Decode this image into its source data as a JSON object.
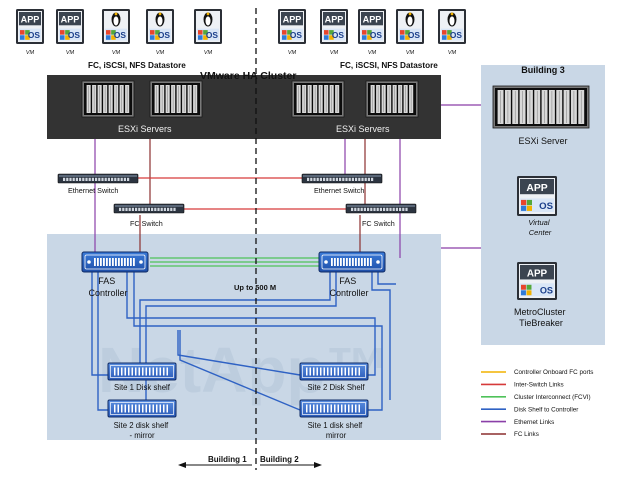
{
  "vm_tiles": [
    {
      "top_badge": "APP",
      "bottom_badge": "OS",
      "caption": "VM"
    },
    {
      "top_badge": "APP",
      "bottom_badge": "OS",
      "caption": "VM"
    },
    {
      "top_badge": "",
      "bottom_badge": "OS",
      "caption": "VM"
    },
    {
      "top_badge": "",
      "bottom_badge": "OS",
      "caption": "VM"
    },
    {
      "top_badge": "",
      "bottom_badge": "OS",
      "caption": "VM"
    },
    {
      "top_badge": "APP",
      "bottom_badge": "OS",
      "caption": "VM"
    },
    {
      "top_badge": "APP",
      "bottom_badge": "OS",
      "caption": "VM"
    },
    {
      "top_badge": "APP",
      "bottom_badge": "OS",
      "caption": "VM"
    },
    {
      "top_badge": "",
      "bottom_badge": "OS",
      "caption": "VM"
    },
    {
      "top_badge": "",
      "bottom_badge": "OS",
      "caption": "VM"
    }
  ],
  "datastore_left": "FC, iSCSI, NFS Datastore",
  "datastore_right": "FC, iSCSI, NFS Datastore",
  "cluster_title": "VMware HA Cluster",
  "esxi_left": "ESXi Servers",
  "esxi_right": "ESXi Servers",
  "eth_switch_left": "Ethernet Switch",
  "eth_switch_right": "Ethernet Switch",
  "fc_switch_left": "FC Switch",
  "fc_switch_right": "FC Switch",
  "fas_left": [
    "FAS",
    "Controller"
  ],
  "fas_right": [
    "FAS",
    "Controller"
  ],
  "link_distance": "Up to 500 M",
  "shelf_left_top": "Site 1 Disk shelf",
  "shelf_left_bottom": [
    "Site 2 disk shelf",
    "- mirror"
  ],
  "shelf_right_top": "Site 2 Disk Shelf",
  "shelf_right_bottom": [
    "Site 1 disk shelf",
    "mirror"
  ],
  "building3": {
    "title": "Building 3",
    "esxi": "ESXi Server",
    "vc_top": "APP",
    "vc_bottom": "OS",
    "vc_caption": [
      "Virtual",
      "Center"
    ],
    "tb_top": "APP",
    "tb_bottom": "OS",
    "tb_caption": [
      "MetroCluster",
      "TieBreaker"
    ]
  },
  "watermark": "NetApp™",
  "building1": "Building 1",
  "building2": "Building 2",
  "legend": [
    {
      "label": "Controller Onboard FC ports",
      "color": "#f2b200"
    },
    {
      "label": "Inter-Switch Links",
      "color": "#d63a3a"
    },
    {
      "label": "Cluster Interconnect (FCVI)",
      "color": "#4fc25a"
    },
    {
      "label": "Disk Shelf to Controller",
      "color": "#2f62c4"
    },
    {
      "label": "Ethernet Links",
      "color": "#8a3fa8"
    },
    {
      "label": "FC Links",
      "color": "#8b2f2f"
    }
  ],
  "colors": {
    "cluster_bg": "#333333",
    "storage_bg": "#c9d7e6",
    "building3_bg": "#c9d7e6",
    "ethernet": "#8a3fa8",
    "fc": "#8b2f2f",
    "isl": "#d63a3a",
    "fcvi": "#4fc25a",
    "disk": "#2f62c4"
  }
}
